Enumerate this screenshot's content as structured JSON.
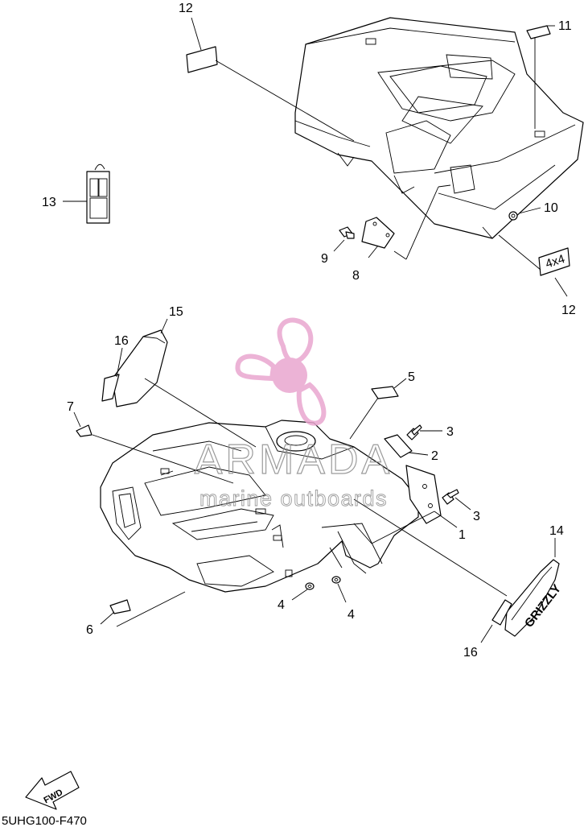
{
  "diagram": {
    "callouts": [
      {
        "id": "c12a",
        "label": "12"
      },
      {
        "id": "c11",
        "label": "11"
      },
      {
        "id": "c13",
        "label": "13"
      },
      {
        "id": "c10",
        "label": "10"
      },
      {
        "id": "c9",
        "label": "9"
      },
      {
        "id": "c8",
        "label": "8"
      },
      {
        "id": "c12b",
        "label": "12"
      },
      {
        "id": "c15",
        "label": "15"
      },
      {
        "id": "c16a",
        "label": "16"
      },
      {
        "id": "c5",
        "label": "5"
      },
      {
        "id": "c7",
        "label": "7"
      },
      {
        "id": "c3a",
        "label": "3"
      },
      {
        "id": "c2",
        "label": "2"
      },
      {
        "id": "c3b",
        "label": "3"
      },
      {
        "id": "c1",
        "label": "1"
      },
      {
        "id": "c14",
        "label": "14"
      },
      {
        "id": "c4a",
        "label": "4"
      },
      {
        "id": "c4b",
        "label": "4"
      },
      {
        "id": "c6",
        "label": "6"
      },
      {
        "id": "c16b",
        "label": "16"
      }
    ],
    "fwd_label": "FWD",
    "diagram_code": "5UHG100-F470",
    "decal_4x4_text": "4x4",
    "decal_grizzly_text": "GRIZZLY"
  },
  "watermark": {
    "brand": "ARMADA",
    "tagline": "marine outboards",
    "color": "#e9a6cf"
  }
}
